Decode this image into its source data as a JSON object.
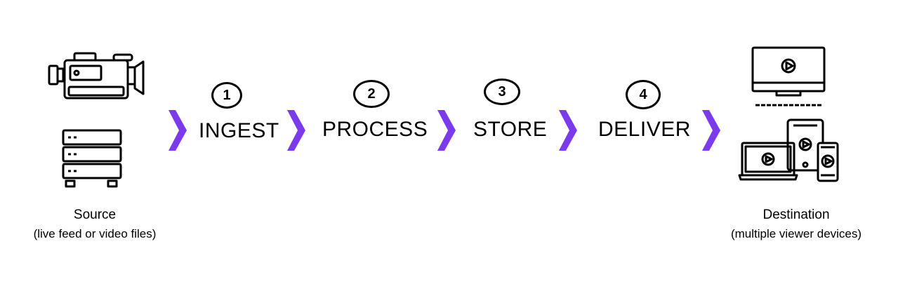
{
  "source": {
    "title": "Source",
    "subtitle": "(live feed or video files)",
    "icons": [
      "video-camera-icon",
      "server-rack-icon"
    ]
  },
  "destination": {
    "title": "Destination",
    "subtitle": "(multiple viewer devices)",
    "icons": [
      "desktop-monitor-icon",
      "laptop-icon",
      "tablet-icon",
      "phone-icon"
    ]
  },
  "stages": [
    {
      "number": "1",
      "label": "INGEST"
    },
    {
      "number": "2",
      "label": "PROCESS"
    },
    {
      "number": "3",
      "label": "STORE"
    },
    {
      "number": "4",
      "label": "DELIVER"
    }
  ],
  "colors": {
    "chevron": "#7c3aed",
    "stroke": "#000000"
  }
}
